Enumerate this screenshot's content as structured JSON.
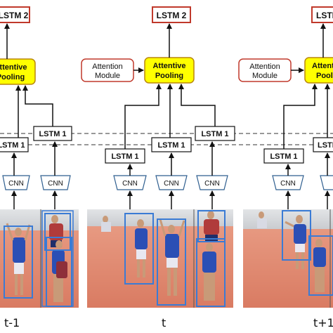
{
  "labels": {
    "lstm2": "LSTM 2",
    "lstm1": "LSTM 1",
    "attentive_pooling_line1": "Attentive",
    "attentive_pooling_line2": "Pooling",
    "attention_module_line1": "Attention",
    "attention_module_line2": "Module",
    "cnn": "CNN"
  },
  "time_steps": [
    "t-1",
    "t",
    "t+1"
  ],
  "colors": {
    "pooling_fill": "#ffff00",
    "box_border_red": "#c0392b",
    "bbox_blue": "#3a7bd5",
    "court_floor": "#e88a70",
    "court_wall": "#cfd3d6"
  },
  "icons": [
    "volleyball-scene-image"
  ]
}
